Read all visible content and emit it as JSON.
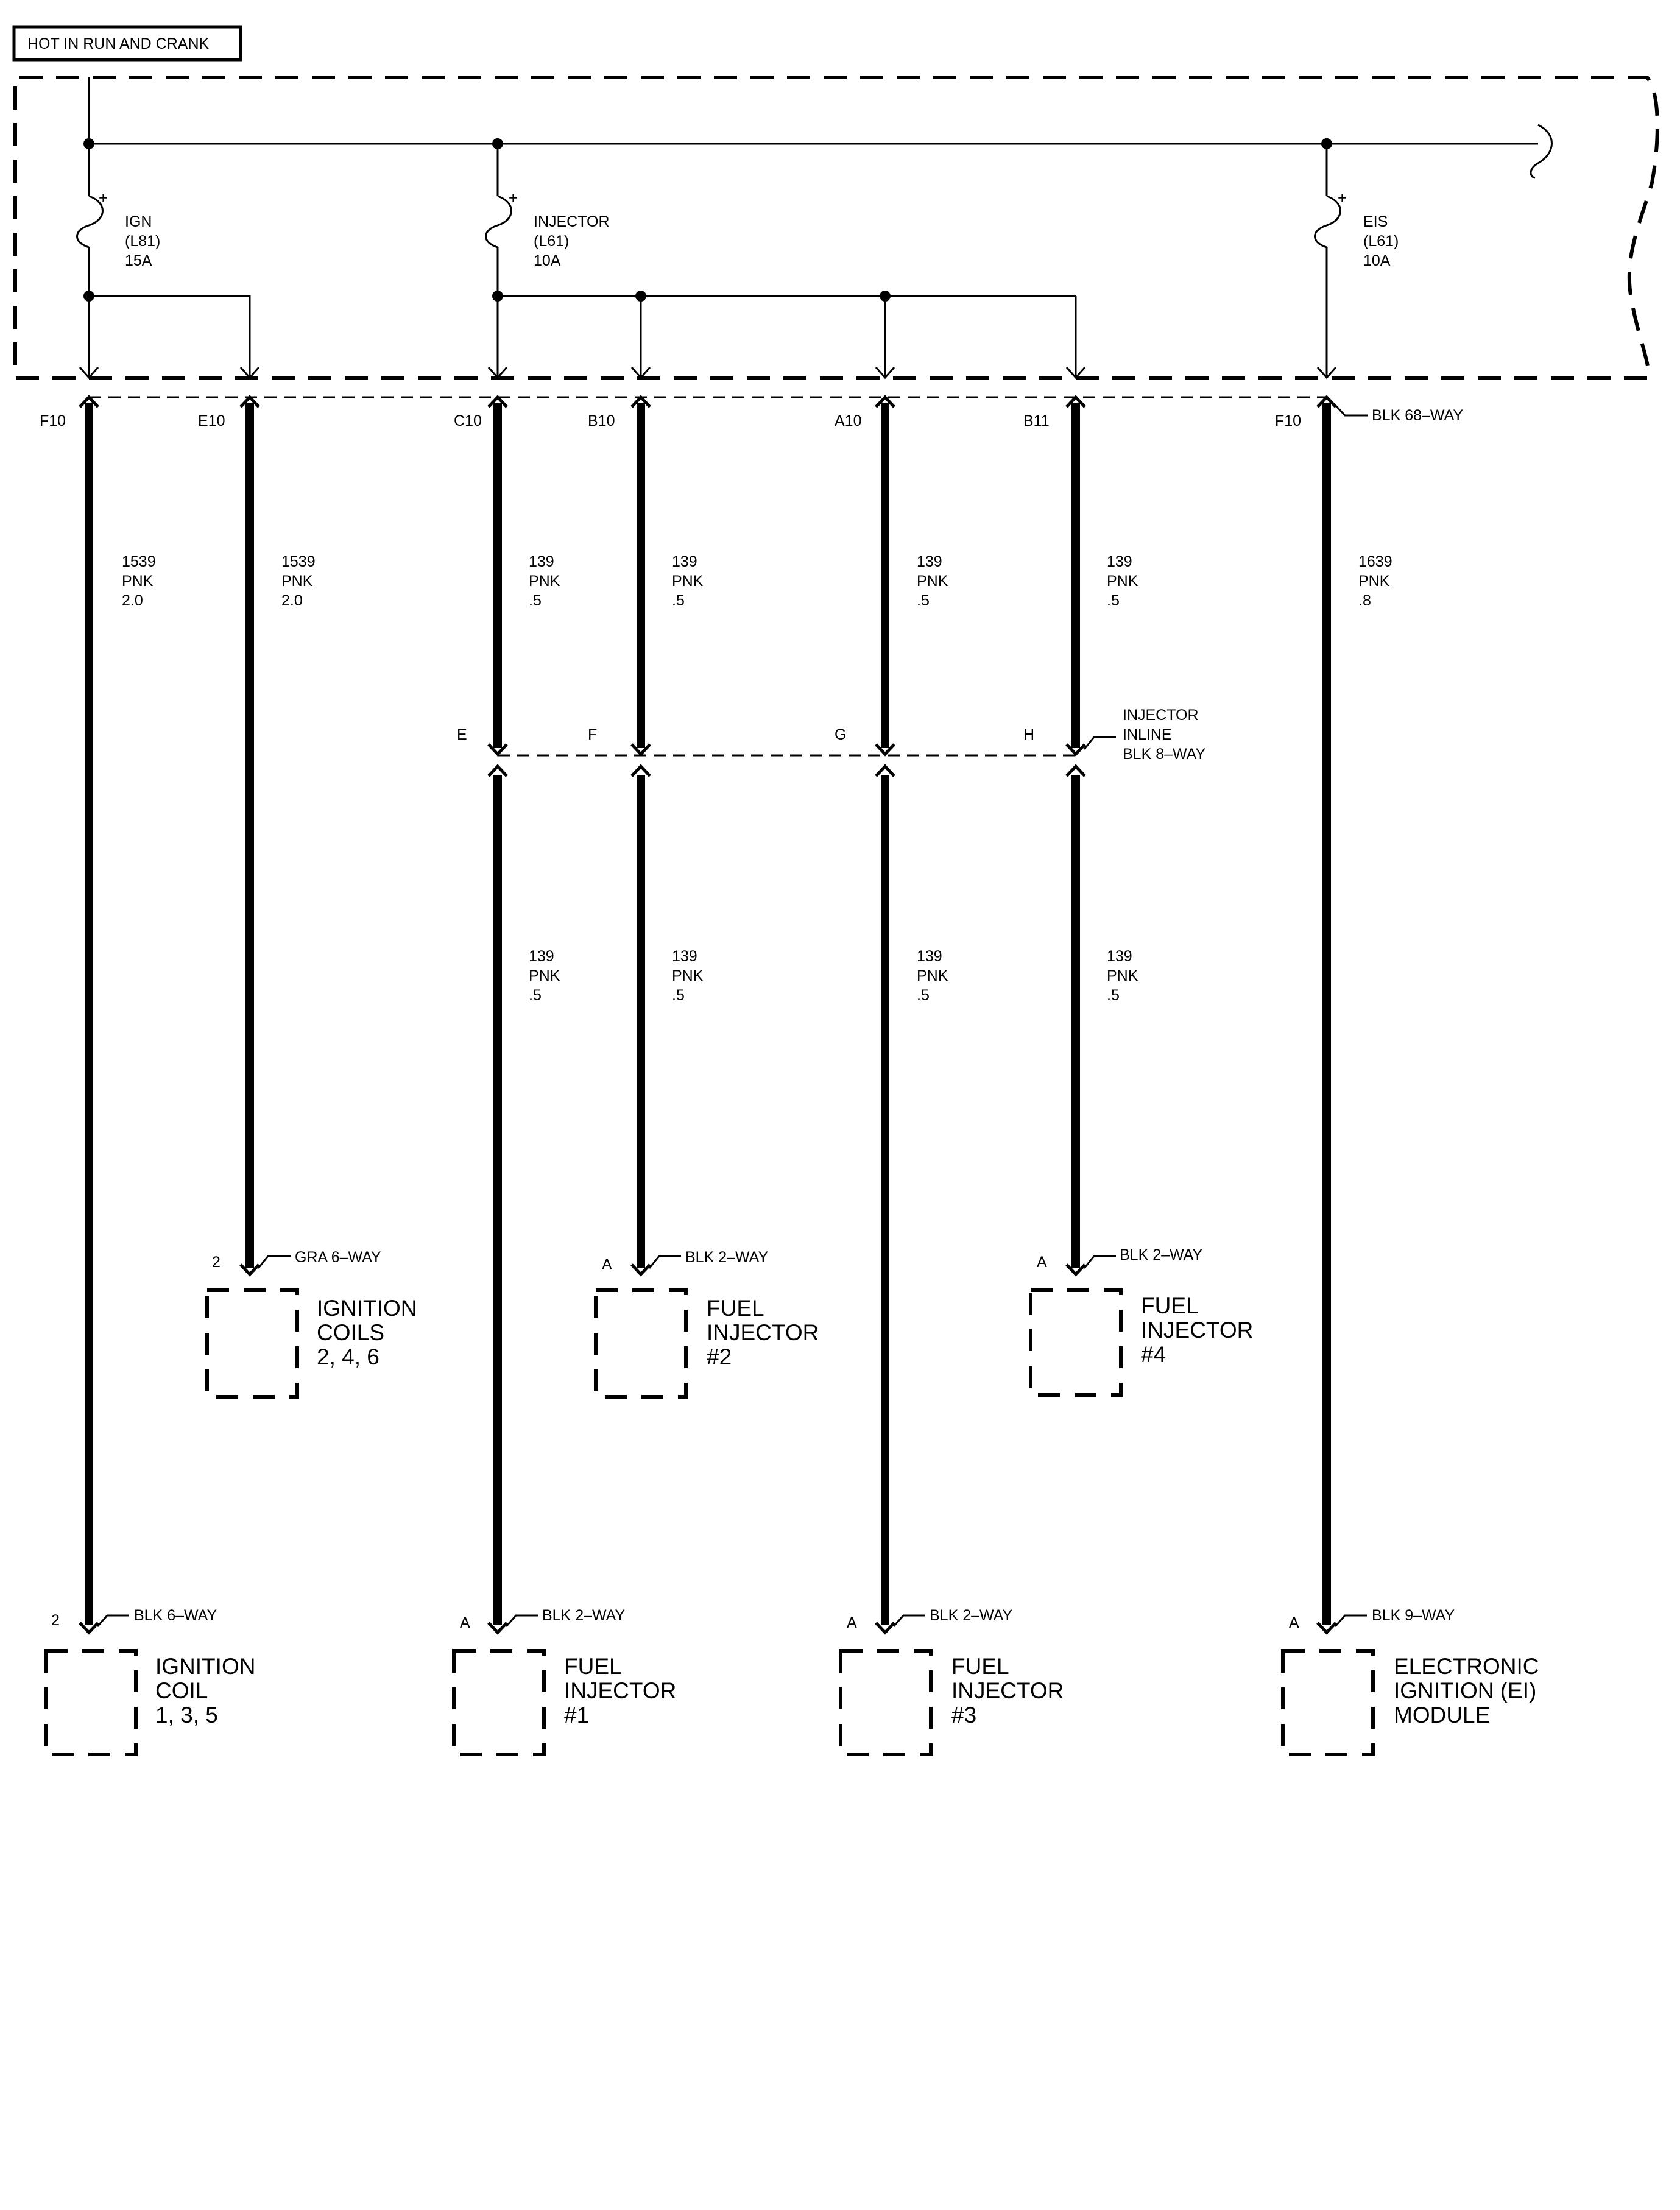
{
  "header": {
    "title": "HOT IN RUN AND CRANK"
  },
  "fuses": [
    {
      "id": "ign",
      "plus": "+",
      "lines": [
        "IGN",
        "(L81)",
        "15A"
      ]
    },
    {
      "id": "injector",
      "plus": "+",
      "lines": [
        "INJECTOR",
        "(L61)",
        "10A"
      ]
    },
    {
      "id": "eis",
      "plus": "+",
      "lines": [
        "EIS",
        "(L61)",
        "10A"
      ]
    }
  ],
  "pcm_connector": {
    "label": "BLK 68–WAY"
  },
  "pins_top": [
    "F10",
    "E10",
    "C10",
    "B10",
    "A10",
    "B11",
    "F10"
  ],
  "wires_upper": [
    {
      "circuit": "1539",
      "color": "PNK",
      "gauge": "2.0"
    },
    {
      "circuit": "1539",
      "color": "PNK",
      "gauge": "2.0"
    },
    {
      "circuit": "139",
      "color": "PNK",
      "gauge": ".5"
    },
    {
      "circuit": "139",
      "color": "PNK",
      "gauge": ".5"
    },
    {
      "circuit": "139",
      "color": "PNK",
      "gauge": ".5"
    },
    {
      "circuit": "139",
      "color": "PNK",
      "gauge": ".5"
    },
    {
      "circuit": "1639",
      "color": "PNK",
      "gauge": ".8"
    }
  ],
  "inline_connector": {
    "pins": [
      "E",
      "F",
      "G",
      "H"
    ],
    "label": [
      "INJECTOR",
      "INLINE",
      "BLK 8–WAY"
    ]
  },
  "wires_lower": [
    {
      "circuit": "139",
      "color": "PNK",
      "gauge": ".5"
    },
    {
      "circuit": "139",
      "color": "PNK",
      "gauge": ".5"
    },
    {
      "circuit": "139",
      "color": "PNK",
      "gauge": ".5"
    },
    {
      "circuit": "139",
      "color": "PNK",
      "gauge": ".5"
    }
  ],
  "components": [
    {
      "id": "coils-246",
      "pin": "2",
      "connector": "GRA 6–WAY",
      "name": [
        "IGNITION",
        "COILS",
        "2, 4, 6"
      ]
    },
    {
      "id": "inj2",
      "pin": "A",
      "connector": "BLK 2–WAY",
      "name": [
        "FUEL",
        "INJECTOR",
        "#2"
      ]
    },
    {
      "id": "inj4",
      "pin": "A",
      "connector": "BLK 2–WAY",
      "name": [
        "FUEL",
        "INJECTOR",
        "#4"
      ]
    },
    {
      "id": "coil-135",
      "pin": "2",
      "connector": "BLK 6–WAY",
      "name": [
        "IGNITION",
        "COIL",
        "1, 3, 5"
      ]
    },
    {
      "id": "inj1",
      "pin": "A",
      "connector": "BLK 2–WAY",
      "name": [
        "FUEL",
        "INJECTOR",
        "#1"
      ]
    },
    {
      "id": "inj3",
      "pin": "A",
      "connector": "BLK 2–WAY",
      "name": [
        "FUEL",
        "INJECTOR",
        "#3"
      ]
    },
    {
      "id": "ei-module",
      "pin": "A",
      "connector": "BLK 9–WAY",
      "name": [
        "ELECTRONIC",
        "IGNITION (EI)",
        "MODULE"
      ]
    }
  ]
}
